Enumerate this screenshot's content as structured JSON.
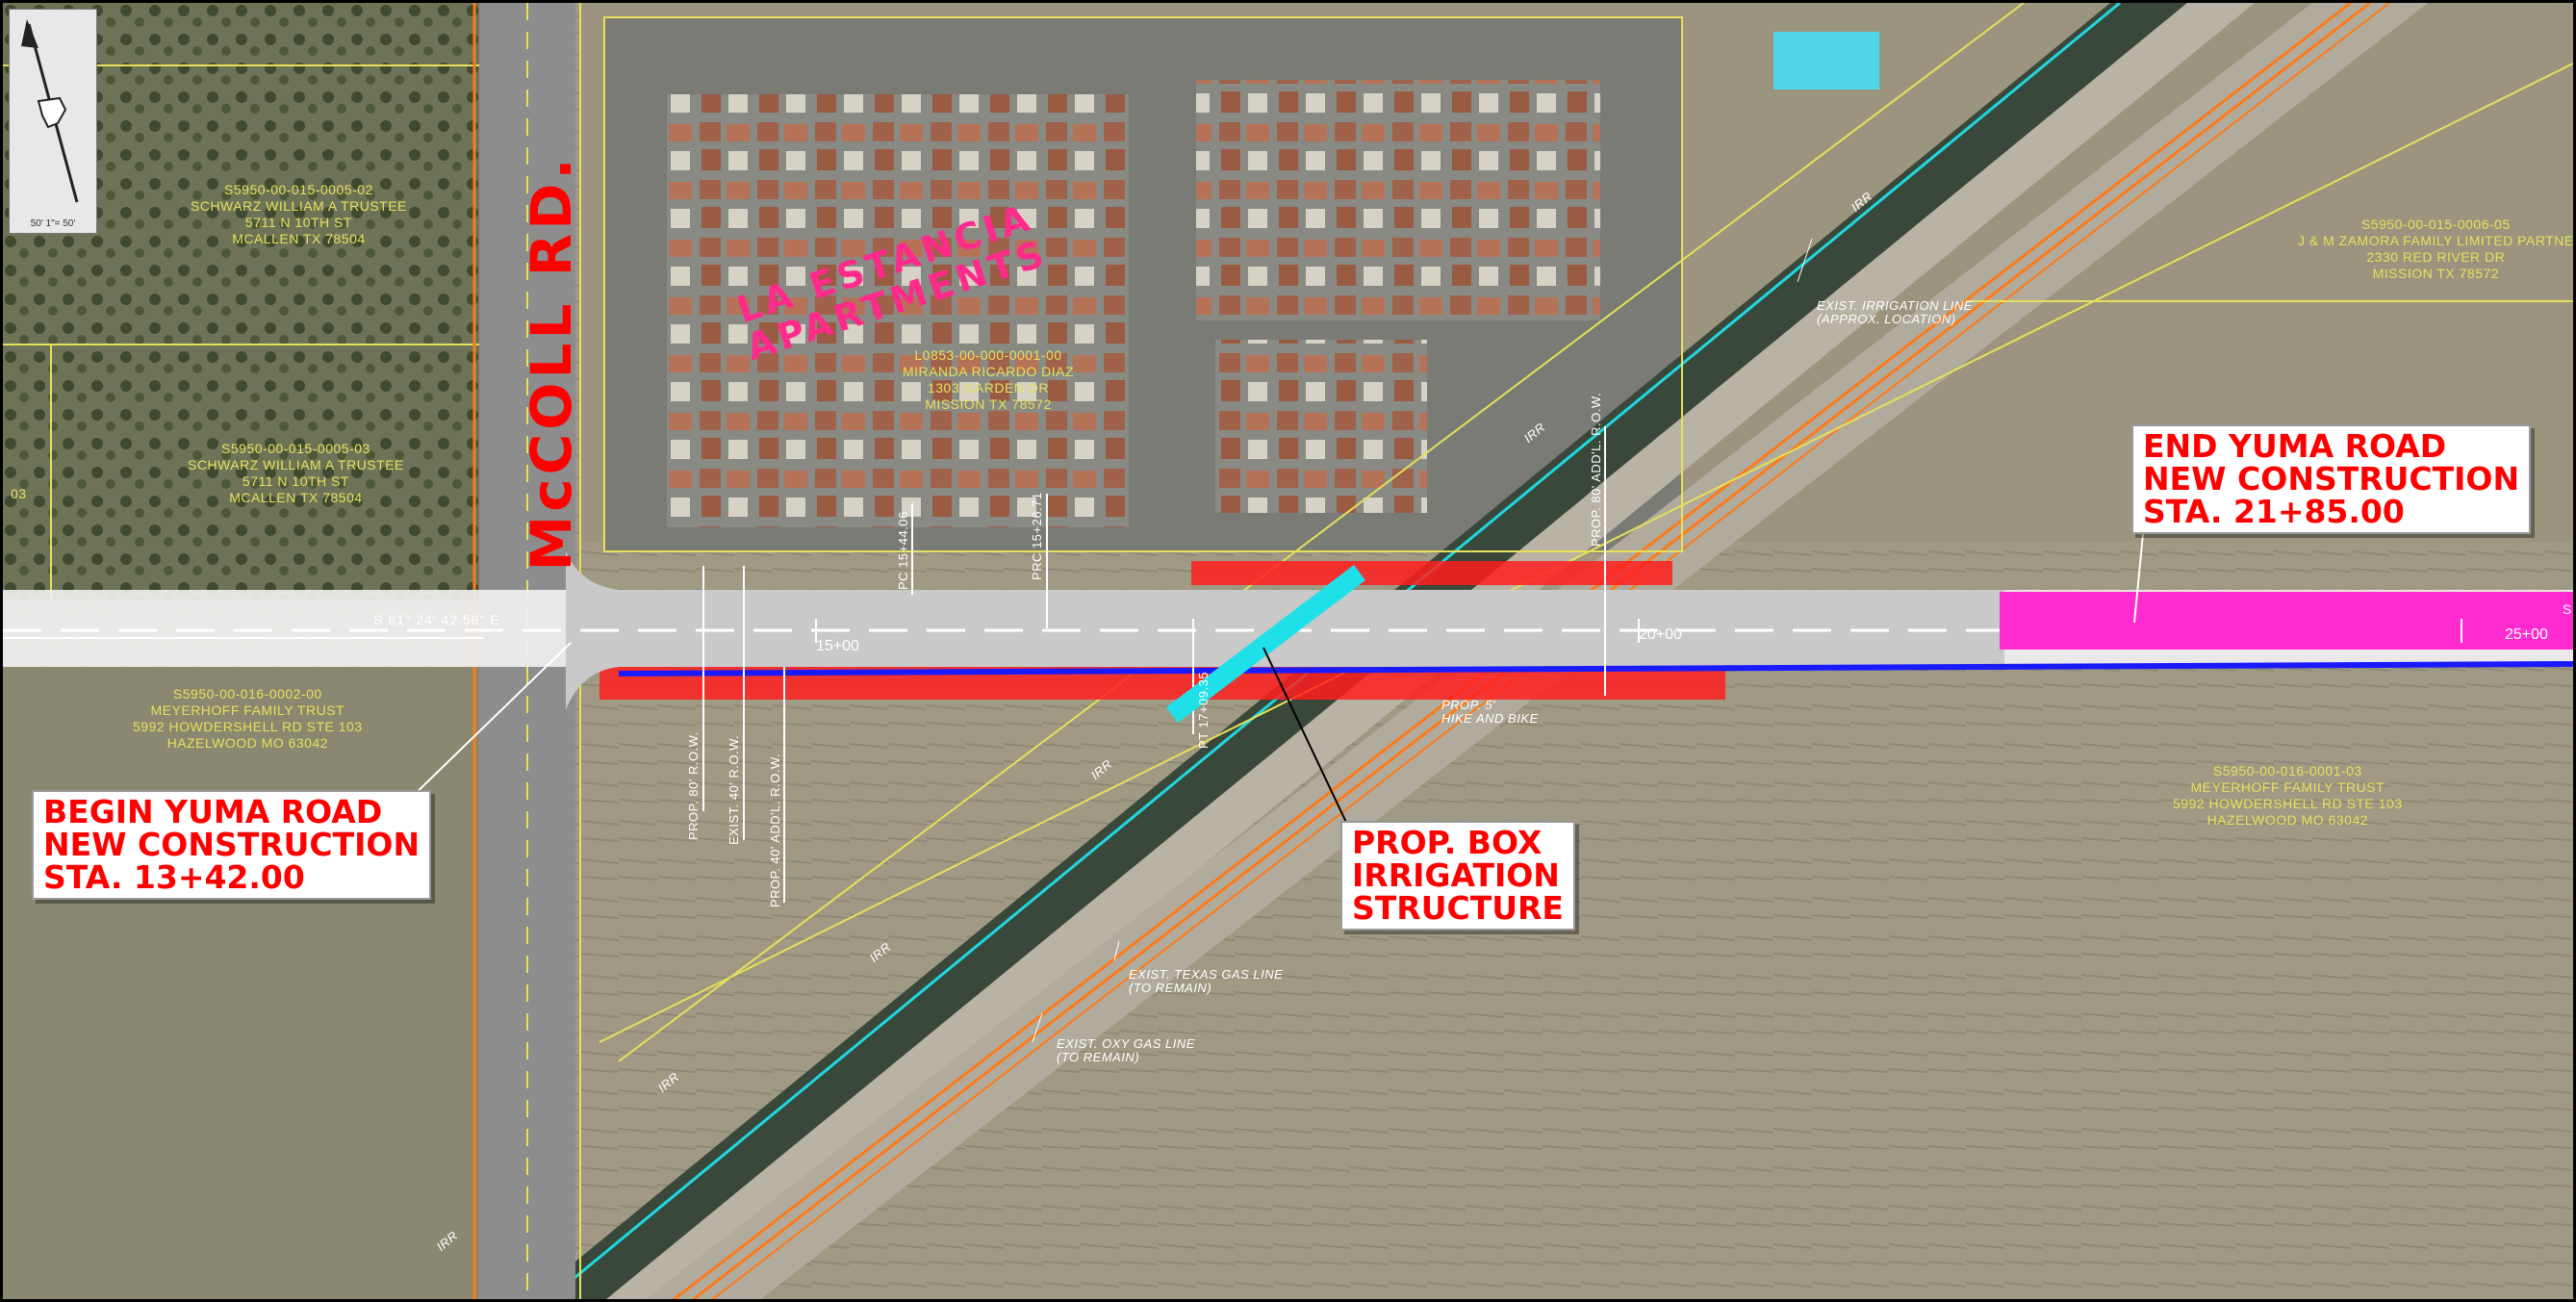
{
  "map": {
    "road_name": "McCOLL RD.",
    "development_name": [
      "LA ESTANCIA",
      "APARTMENTS"
    ],
    "north_arrow": {
      "icon": "north-arrow-icon",
      "scale_text": "50' 1\"= 50'"
    },
    "colors": {
      "proposed_row": "#ff1e1e",
      "phase_extension": "#ff2bd0",
      "box_structure": "#1fe0e8",
      "gas_line": "#ff7a1a",
      "irrigation_line": "#1fd8e0",
      "hike_bike": "#1a1aff",
      "parcel_text": "#e6e05a",
      "callout_text": "#ff0000"
    },
    "callouts": {
      "begin": [
        "BEGIN YUMA ROAD",
        "NEW CONSTRUCTION",
        "STA. 13+42.00"
      ],
      "end": [
        "END YUMA ROAD",
        "NEW CONSTRUCTION",
        "STA. 21+85.00"
      ],
      "box": [
        "PROP. BOX",
        "IRRIGATION",
        "STRUCTURE"
      ]
    },
    "parcels": [
      [
        "S5950-00-015-0005-02",
        "SCHWARZ WILLIAM A TRUSTEE",
        "5711 N 10TH ST",
        "MCALLEN TX 78504"
      ],
      [
        "S5950-00-015-0005-03",
        "SCHWARZ WILLIAM A TRUSTEE",
        "5711 N 10TH ST",
        "MCALLEN TX 78504"
      ],
      [
        "S5950-00-016-0002-00",
        "MEYERHOFF FAMILY TRUST",
        "5992 HOWDERSHELL RD STE 103",
        "HAZELWOOD MO 63042"
      ],
      [
        "L0853-00-000-0001-00",
        "MIRANDA RICARDO DIAZ",
        "1303 GARDEN DR",
        "MISSION TX 78572"
      ],
      [
        "S5950-00-015-0006-05",
        "J & M ZAMORA FAMILY LIMITED PARTNE",
        "2330 RED RIVER DR",
        "MISSION TX 78572"
      ],
      [
        "S5950-00-016-0001-03",
        "MEYERHOFF FAMILY TRUST",
        "5992 HOWDERSHELL RD STE 103",
        "HAZELWOOD MO 63042"
      ]
    ],
    "parcel_stub": "03",
    "bearing": "S 81° 24' 42.58\" E",
    "bearing_end": "S",
    "stations": [
      "15+00",
      "20+00",
      "25+00"
    ],
    "row_labels": {
      "prop_80_row": "PROP. 80' R.O.W.",
      "exist_40_row": "EXIST. 40' R.O.W.",
      "prop_40_addl_row": "PROP. 40' ADD'L. R.O.W.",
      "prop_80_addl_row": "PROP. 80' ADD'L. R.O.W.",
      "pc": "PC 15+44.06",
      "prc": "PRC 15+26.71",
      "pt": "PT 17+09.35"
    },
    "utility_notes": {
      "irrigation": [
        "EXIST. IRRIGATION LINE",
        "(APPROX. LOCATION)"
      ],
      "texas_gas": [
        "EXIST. TEXAS GAS LINE",
        "(TO REMAIN)"
      ],
      "oxy_gas": [
        "EXIST. OXY GAS LINE",
        "(TO REMAIN)"
      ],
      "hike_bike": [
        "PROP. 5'",
        "HIKE AND BIKE"
      ]
    },
    "irr_label": "IRR"
  }
}
